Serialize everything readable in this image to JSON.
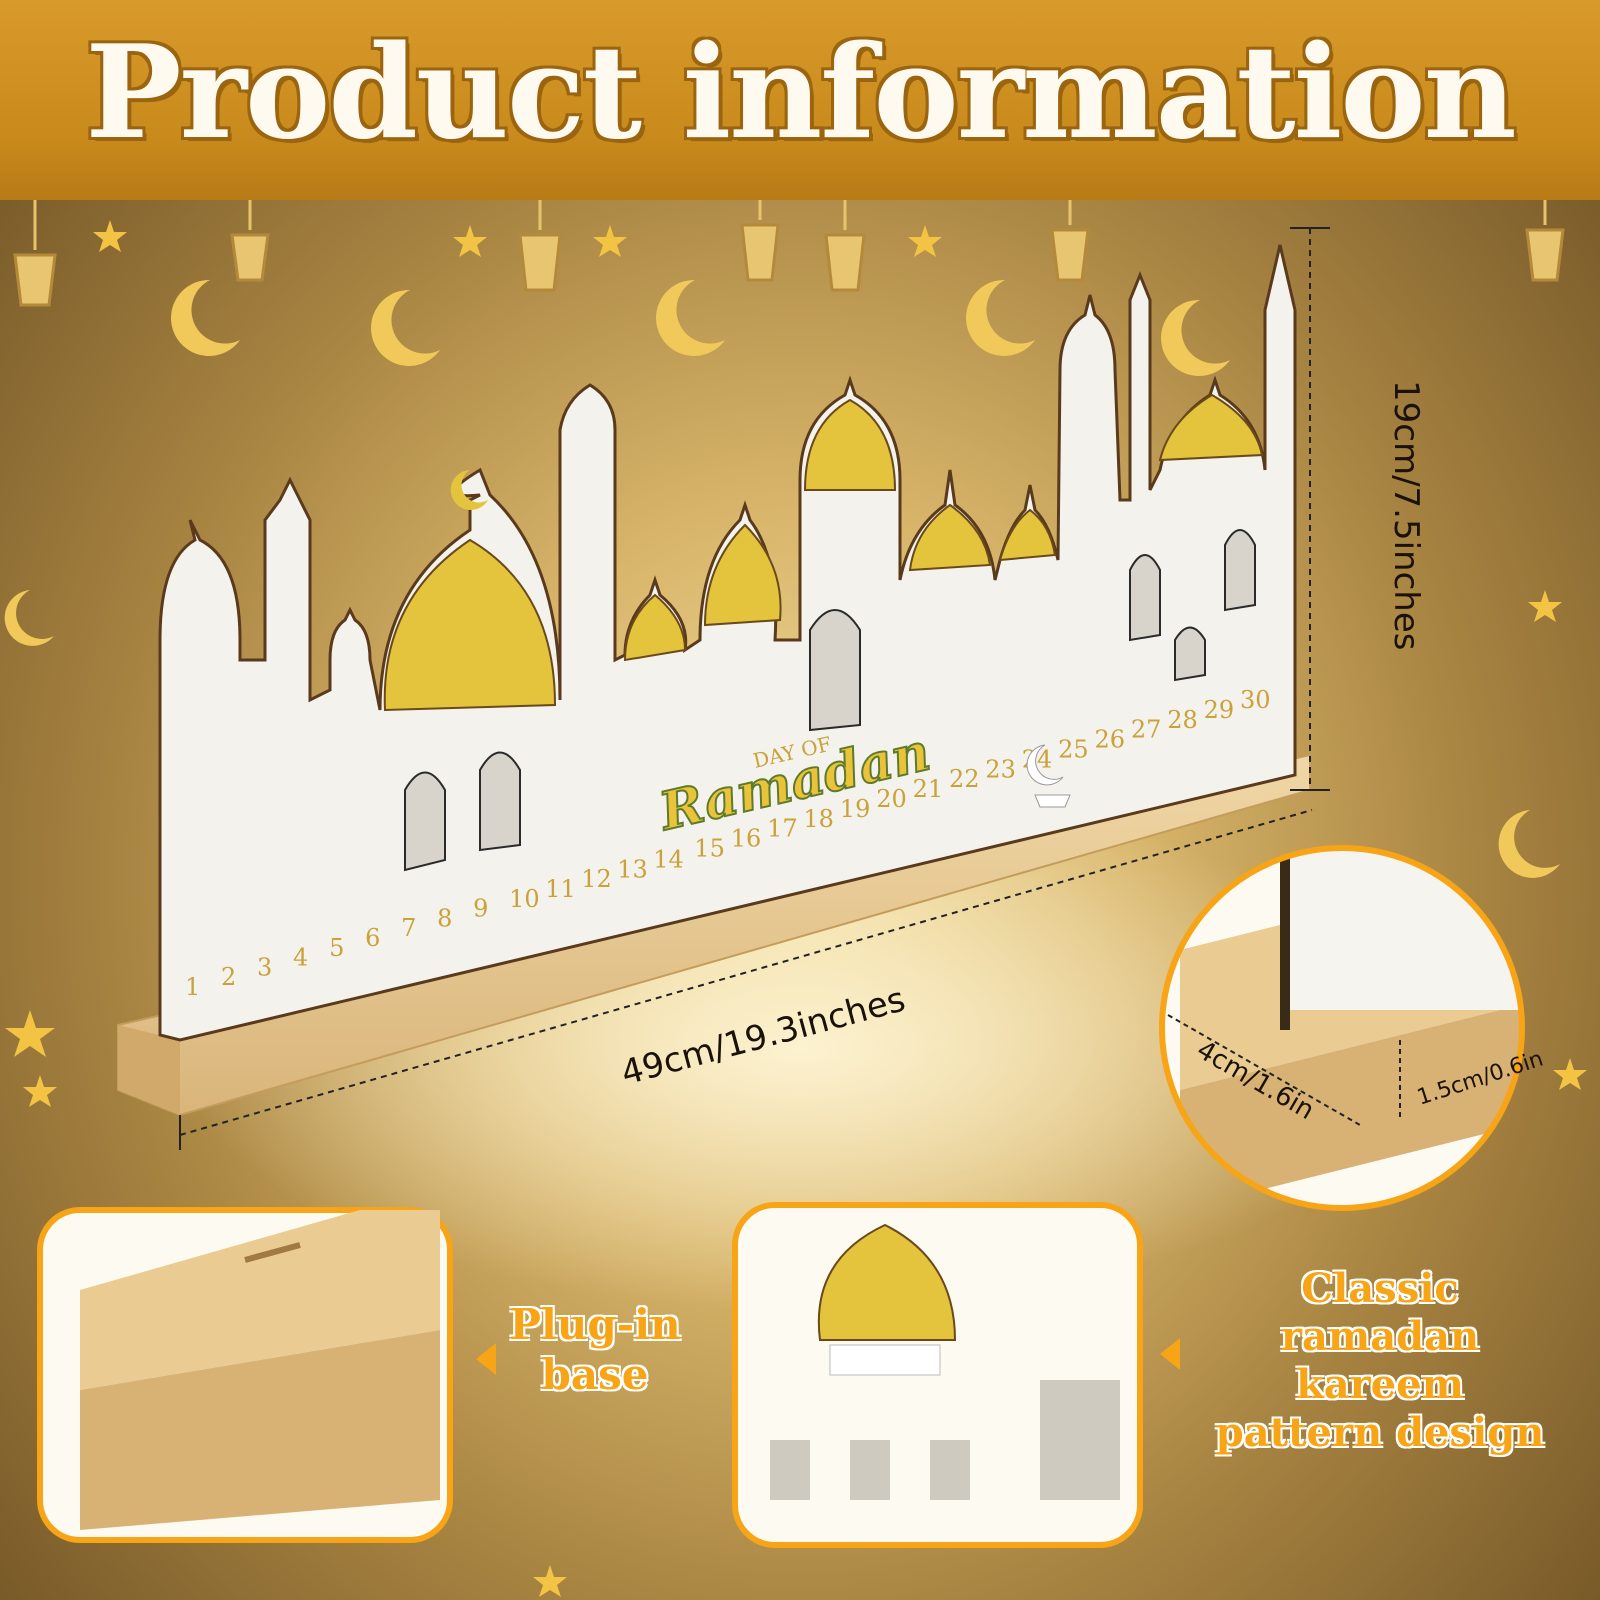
{
  "banner": {
    "title": "Product information"
  },
  "calendar": {
    "label_small": "DAY OF",
    "label_large": "Ramadan",
    "days": [
      "1",
      "2",
      "3",
      "4",
      "5",
      "6",
      "7",
      "8",
      "9",
      "10",
      "11",
      "12",
      "13",
      "14",
      "15",
      "16",
      "17",
      "18",
      "19",
      "20",
      "21",
      "22",
      "23",
      "24",
      "25",
      "26",
      "27",
      "28",
      "29",
      "30"
    ]
  },
  "dimensions": {
    "height": "19cm/7.5inches",
    "length": "49cm/19.3inches",
    "base_width": "4cm/1.6in",
    "base_height": "1.5cm/0.6in"
  },
  "features": {
    "base": {
      "line1": "Plug-in",
      "line2": "base"
    },
    "design": {
      "line1": "Classic",
      "line2": "ramadan kareem",
      "line3": "pattern design"
    }
  },
  "colors": {
    "accent": "#f7a416",
    "gold": "#e9c43a",
    "banner": "#c98a1c",
    "wood": "#e8c98e"
  }
}
